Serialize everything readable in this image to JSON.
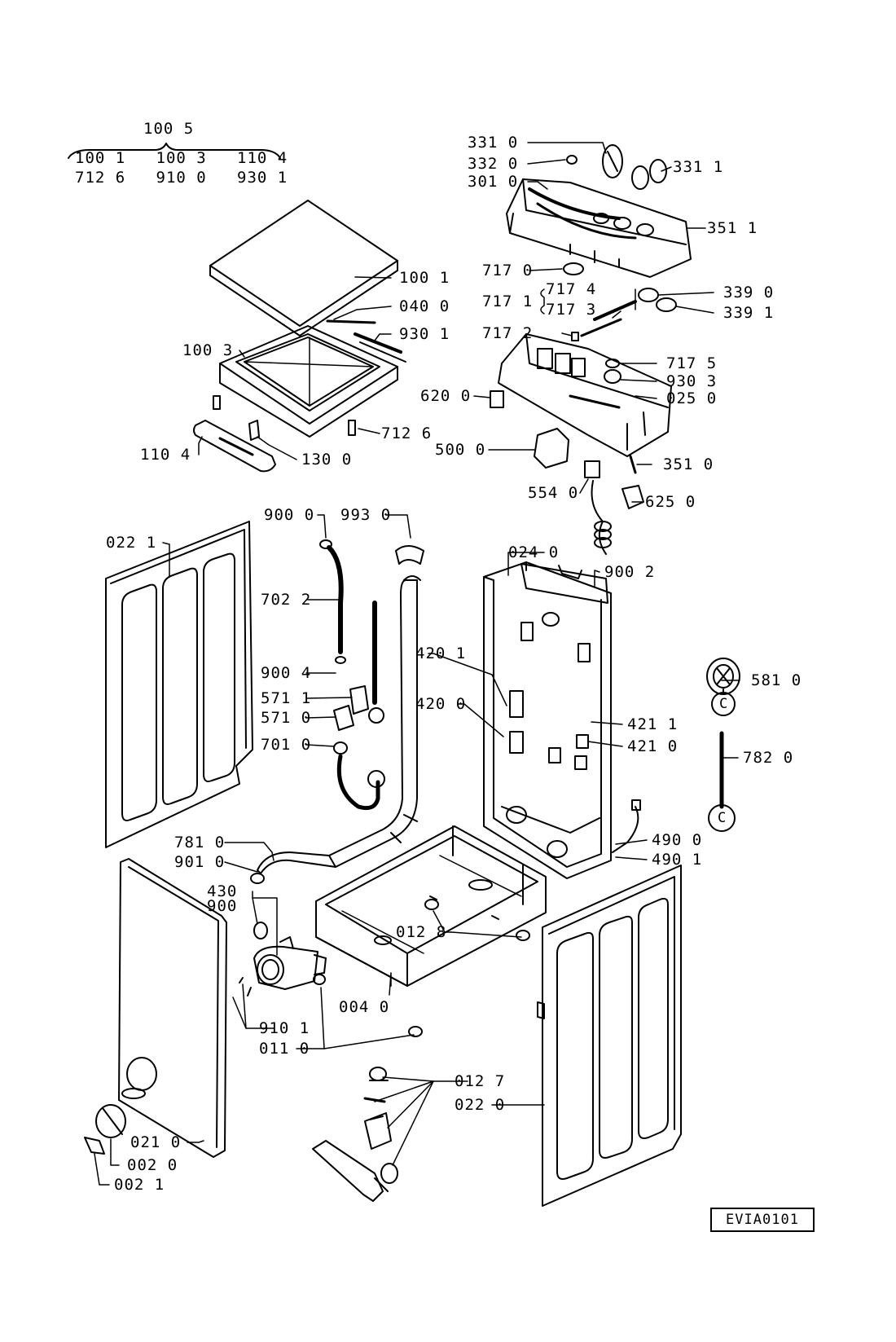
{
  "header_group": {
    "title": "100 5",
    "row1": "100 1   100 3   110 4",
    "row2": "712 6   910 0   930 1"
  },
  "labels": [
    {
      "id": "l-331-0",
      "text": "331 0"
    },
    {
      "id": "l-332-0",
      "text": "332 0"
    },
    {
      "id": "l-301-0",
      "text": "301 0"
    },
    {
      "id": "l-331-1",
      "text": "331 1"
    },
    {
      "id": "l-351-1",
      "text": "351 1"
    },
    {
      "id": "l-717-0",
      "text": "717 0"
    },
    {
      "id": "l-717-4",
      "text": "717 4"
    },
    {
      "id": "l-717-1",
      "text": "717 1"
    },
    {
      "id": "l-717-3",
      "text": "717 3"
    },
    {
      "id": "l-717-2",
      "text": "717 2"
    },
    {
      "id": "l-339-0",
      "text": "339 0"
    },
    {
      "id": "l-339-1",
      "text": "339 1"
    },
    {
      "id": "l-717-5",
      "text": "717 5"
    },
    {
      "id": "l-930-3",
      "text": "930 3"
    },
    {
      "id": "l-620-0",
      "text": "620 0"
    },
    {
      "id": "l-025-0",
      "text": "025 0"
    },
    {
      "id": "l-500-0",
      "text": "500 0"
    },
    {
      "id": "l-351-0",
      "text": "351 0"
    },
    {
      "id": "l-554-0",
      "text": "554 0"
    },
    {
      "id": "l-625-0",
      "text": "625 0"
    },
    {
      "id": "l-100-1",
      "text": "100 1"
    },
    {
      "id": "l-040-0",
      "text": "040 0"
    },
    {
      "id": "l-930-1",
      "text": "930 1"
    },
    {
      "id": "l-100-3",
      "text": "100 3"
    },
    {
      "id": "l-712-6",
      "text": "712 6"
    },
    {
      "id": "l-110-4",
      "text": "110 4"
    },
    {
      "id": "l-130-0",
      "text": "130 0"
    },
    {
      "id": "l-900-0",
      "text": "900 0"
    },
    {
      "id": "l-993-0",
      "text": "993 0"
    },
    {
      "id": "l-022-1",
      "text": "022 1"
    },
    {
      "id": "l-702-2",
      "text": "702 2"
    },
    {
      "id": "l-024-0",
      "text": "024 0"
    },
    {
      "id": "l-900-2",
      "text": "900 2"
    },
    {
      "id": "l-900-4",
      "text": "900 4"
    },
    {
      "id": "l-420-1",
      "text": "420 1"
    },
    {
      "id": "l-571-1",
      "text": "571 1"
    },
    {
      "id": "l-571-0",
      "text": "571 0"
    },
    {
      "id": "l-420-0",
      "text": "420 0"
    },
    {
      "id": "l-581-0",
      "text": "581 0"
    },
    {
      "id": "l-421-1",
      "text": "421 1"
    },
    {
      "id": "l-701-0",
      "text": "701 0"
    },
    {
      "id": "l-421-0",
      "text": "421 0"
    },
    {
      "id": "l-782-0",
      "text": "782 0"
    },
    {
      "id": "l-490-0",
      "text": "490 0"
    },
    {
      "id": "l-490-1",
      "text": "490 1"
    },
    {
      "id": "l-781-0",
      "text": "781 0"
    },
    {
      "id": "l-901-0",
      "text": "901 0"
    },
    {
      "id": "l-430",
      "text": "430"
    },
    {
      "id": "l-900",
      "text": "900"
    },
    {
      "id": "l-012-8",
      "text": "012 8"
    },
    {
      "id": "l-004-0",
      "text": "004 0"
    },
    {
      "id": "l-910-1",
      "text": "910 1"
    },
    {
      "id": "l-011-0",
      "text": "011 0"
    },
    {
      "id": "l-012-7",
      "text": "012 7"
    },
    {
      "id": "l-022-0",
      "text": "022 0"
    },
    {
      "id": "l-021-0",
      "text": "021 0"
    },
    {
      "id": "l-002-0",
      "text": "002 0"
    },
    {
      "id": "l-002-1",
      "text": "002 1"
    }
  ],
  "refs": {
    "c1": "C",
    "c2": "C"
  },
  "drawing_code": "EVIA0101"
}
